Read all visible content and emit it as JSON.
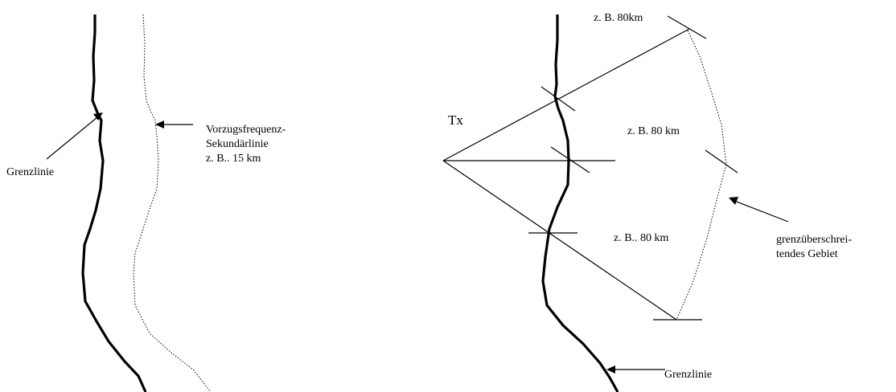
{
  "left": {
    "border_label": "Grenzlinie",
    "secondary_label_1": "Vorzugsfrequenz-",
    "secondary_label_2": "Sekundärlinie",
    "secondary_label_3": "z. B.. 15 km"
  },
  "right": {
    "tx_label": "Tx",
    "dist_top": "z. B. 80km",
    "dist_mid": "z. B. 80 km",
    "dist_low": "z. B.. 80 km",
    "area_label_1": "grenzüberschrei-",
    "area_label_2": "tendes Gebiet",
    "border_label": "Grenzlinie"
  }
}
